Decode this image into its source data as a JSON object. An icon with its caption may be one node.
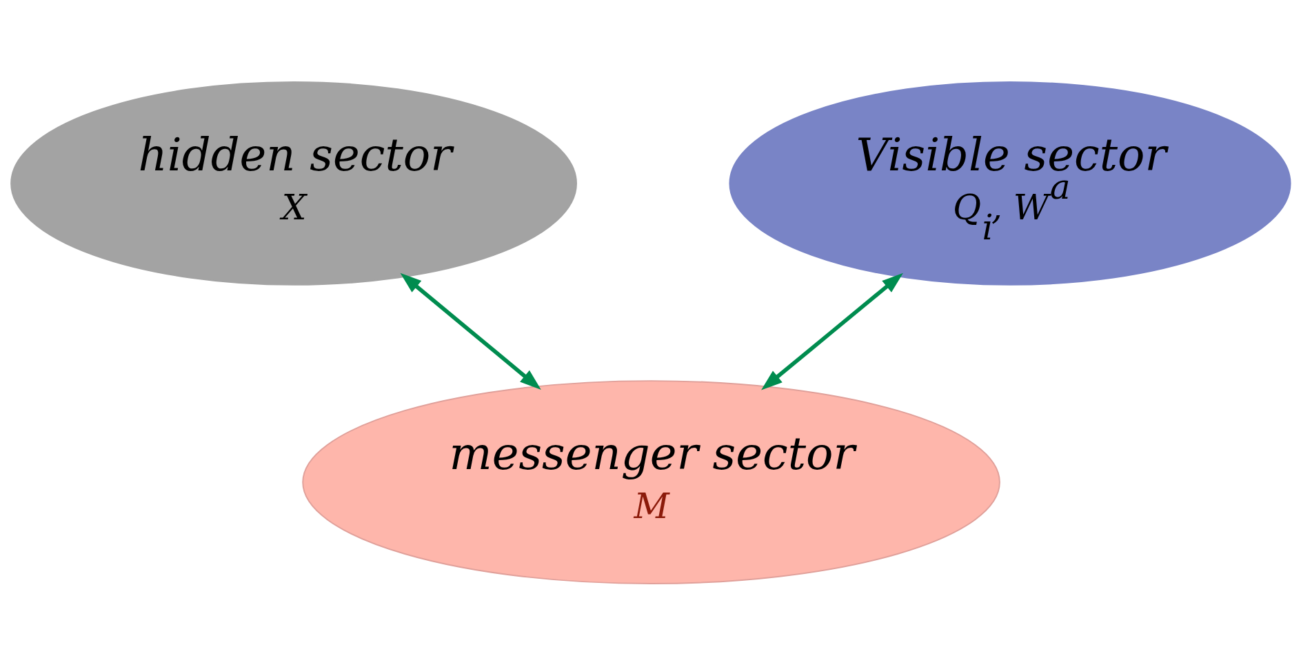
{
  "diagram": {
    "nodes": [
      {
        "text": [
          "hidden sector",
          "X"
        ]
      },
      {
        "text": [
          "Visible sector",
          "Q$_{i}$, W$^{a}$"
        ]
      },
      {
        "text": [
          "messenger sector",
          "M"
        ]
      }
    ],
    "edges": [
      {
        "from": 0,
        "to": 2,
        "arrow": "both"
      },
      {
        "from": 1,
        "to": 2,
        "arrow": "both"
      }
    ]
  }
}
